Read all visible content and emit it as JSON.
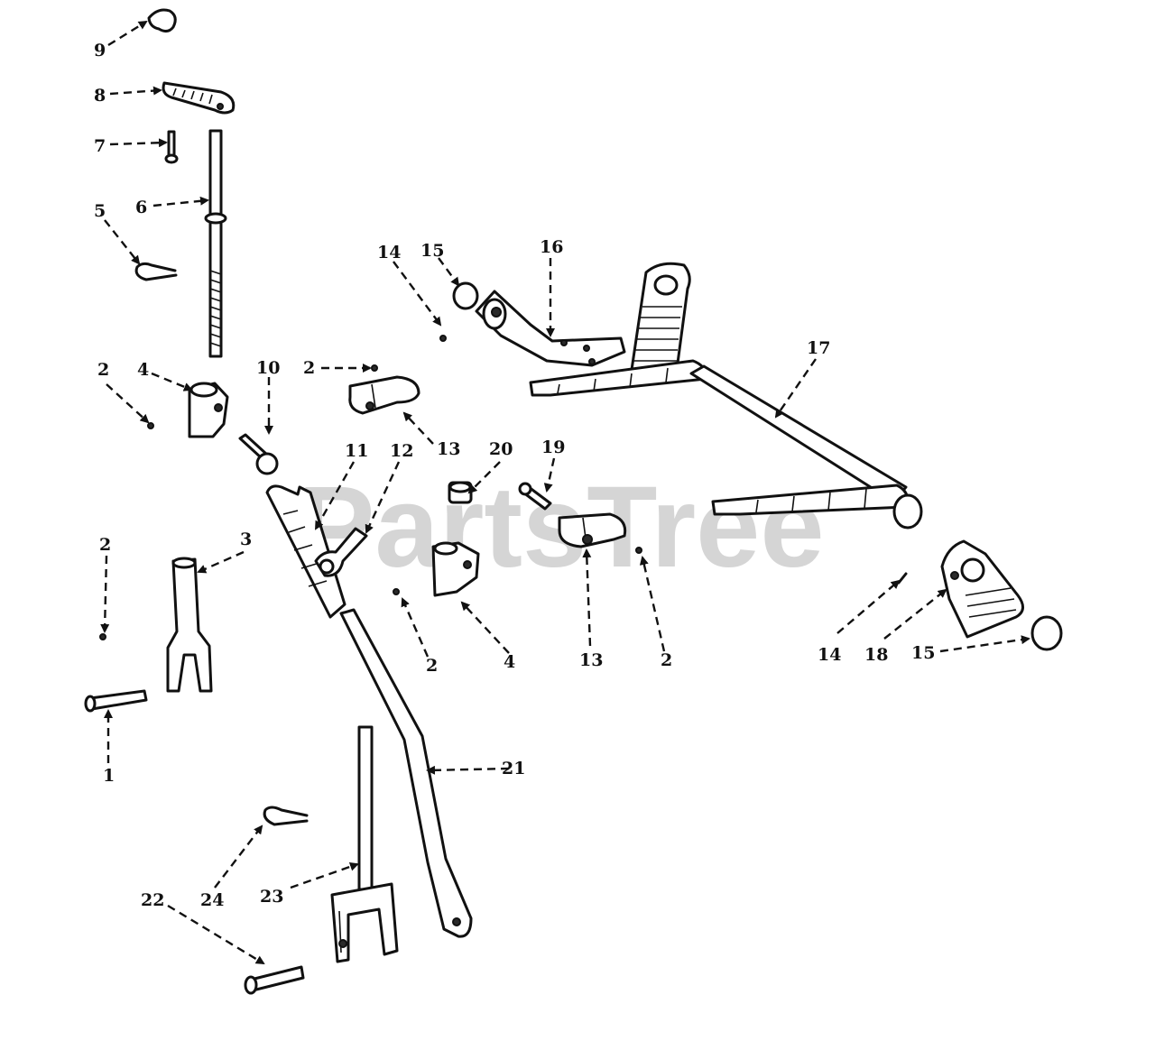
{
  "watermark": "PartsTree",
  "callouts": {
    "c9": "9",
    "c8": "8",
    "c7": "7",
    "c6": "6",
    "c5": "5",
    "c2_a": "2",
    "c4_a": "4",
    "c10": "10",
    "c2_b": "2",
    "c13_a": "13",
    "c14_a": "14",
    "c15_a": "15",
    "c16": "16",
    "c17": "17",
    "c11": "11",
    "c12": "12",
    "c20": "20",
    "c19": "19",
    "c2_c": "2",
    "c3": "3",
    "c1": "1",
    "c2_d": "2",
    "c4_b": "4",
    "c13_b": "13",
    "c2_e": "2",
    "c14_b": "14",
    "c18": "18",
    "c15_b": "15",
    "c21": "21",
    "c24": "24",
    "c22": "22",
    "c23": "23"
  },
  "colors": {
    "ink": "#111111",
    "paper": "#ffffff",
    "watermark": "#c8c8c8"
  }
}
